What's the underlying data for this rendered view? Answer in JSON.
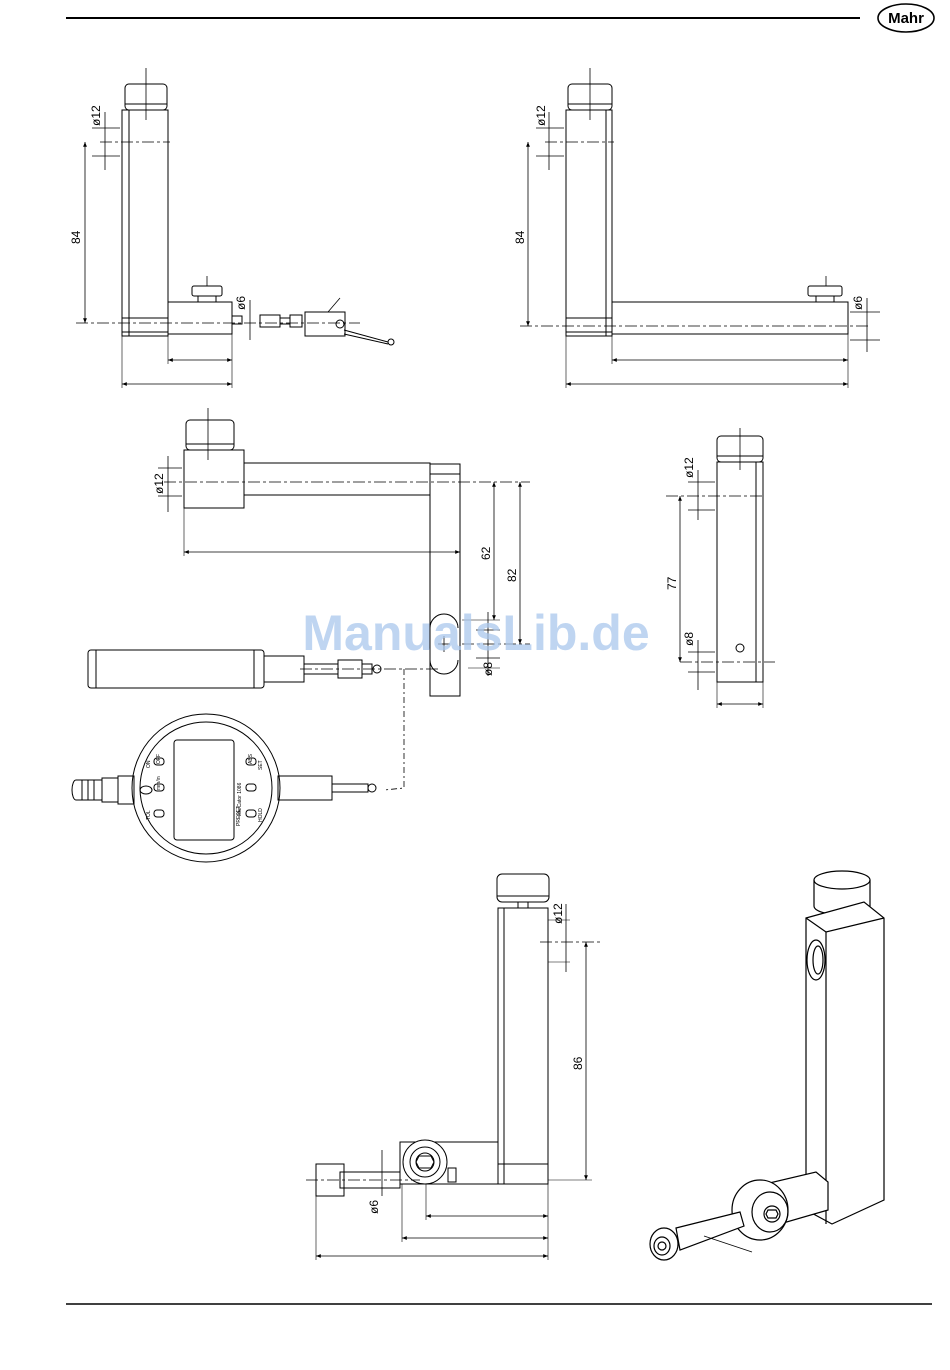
{
  "header": {
    "brand": "Mahr"
  },
  "watermark": "ManualsLib.de",
  "dimensions": {
    "fig1": {
      "dia_top": "ø12",
      "height": "84",
      "dia_probe": "ø6"
    },
    "fig2": {
      "dia_top": "ø12",
      "height": "84",
      "dia_probe": "ø6"
    },
    "fig3": {
      "dia_top": "ø12",
      "h1": "62",
      "h2": "82",
      "dia_bottom": "ø8"
    },
    "fig4": {
      "dia_top": "ø12",
      "height": "77",
      "dia_bottom": "ø8"
    },
    "fig5": {
      "dia_top": "ø12",
      "height": "86",
      "dia_probe": "ø6"
    }
  },
  "indicator": {
    "model": "MarCator 1086",
    "keys": [
      "ON",
      "OFF",
      "mm/in",
      "ABS",
      "SET",
      "TOL",
      "PRESET",
      "HOLD"
    ]
  },
  "colors": {
    "line": "#000000",
    "watermark": "#a9c7ec"
  }
}
